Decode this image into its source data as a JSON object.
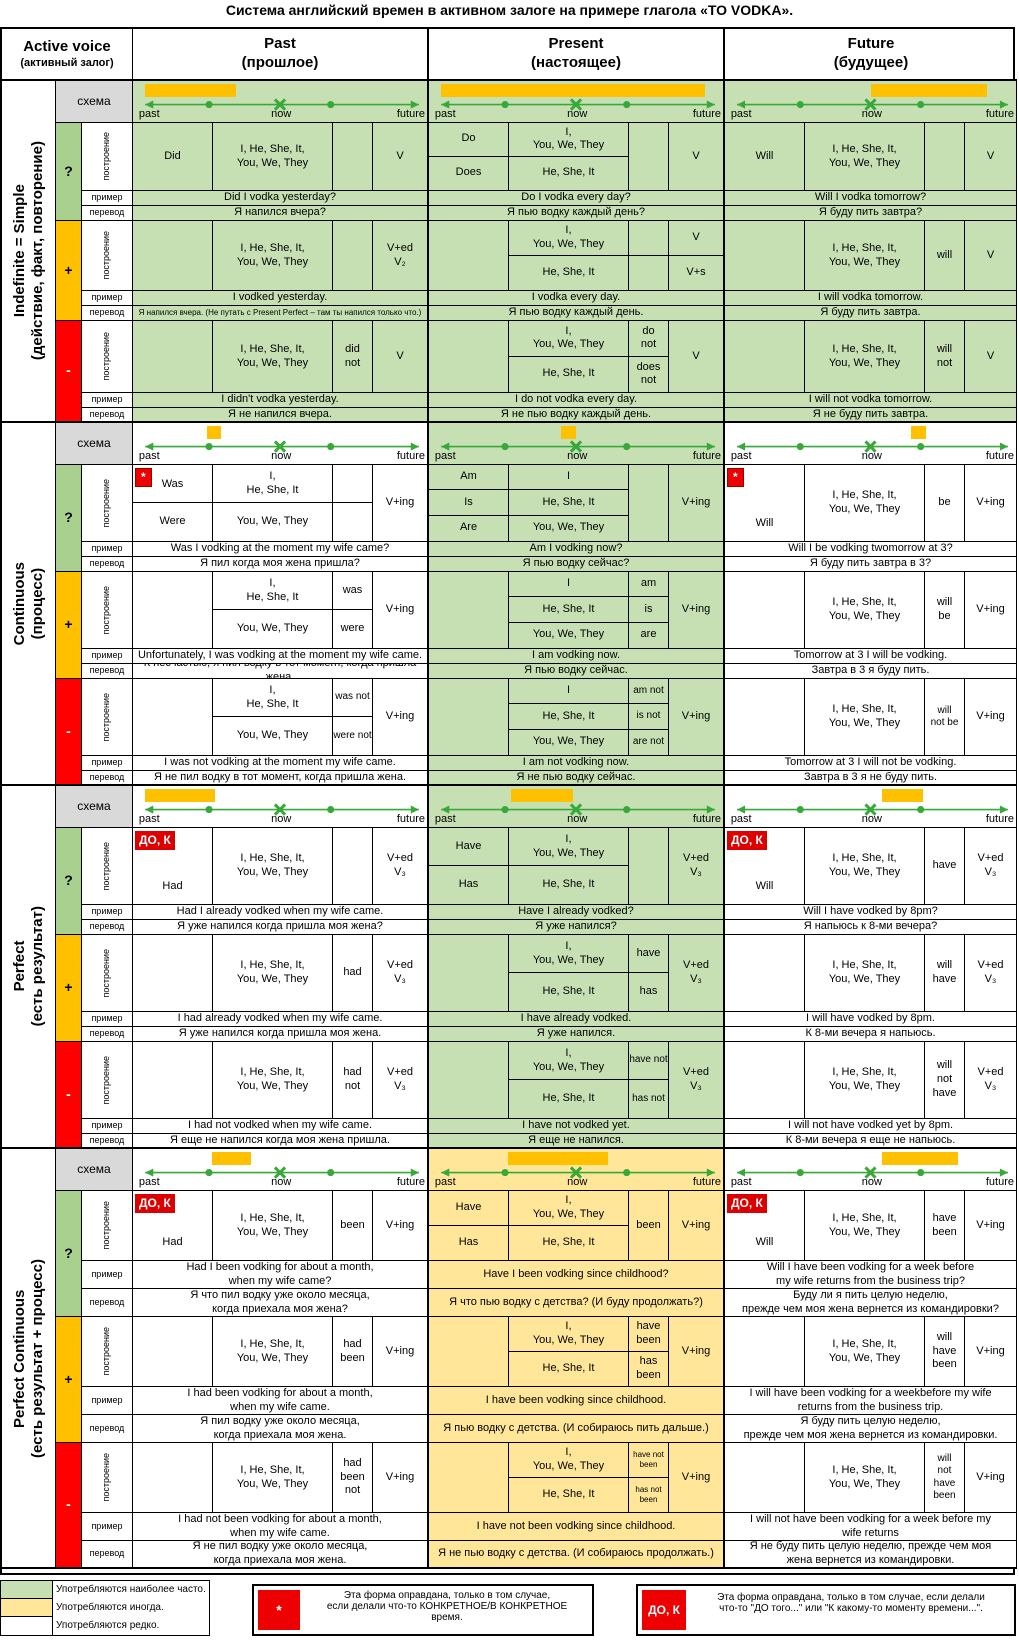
{
  "title": "Система английский времен в активном залоге на примере глагола «TO VODKA».",
  "header": {
    "voice": "Active voice",
    "voice_ru": "(активный залог)",
    "past": "Past",
    "past_ru": "(прошлое)",
    "present": "Present",
    "present_ru": "(настоящее)",
    "future": "Future",
    "future_ru": "(будущее)"
  },
  "labels": {
    "scheme": "схема",
    "build": "построение",
    "example": "пример",
    "translation": "перевод",
    "past": "past",
    "now": "now",
    "future": "future",
    "q": "?",
    "p": "+",
    "m": "-"
  },
  "sections": {
    "indefinite": "Indefinite = Simple",
    "indefinite_ru": "(действие, факт, повторение)",
    "continuous": "Continuous",
    "continuous_ru": "(процесс)",
    "perfect": "Perfect",
    "perfect_ru": "(есть результат)",
    "perfcont": "Perfect Continuous",
    "perfcont_ru": "(есть результат + процесс)"
  },
  "pron": {
    "all": "I, He, She, It,\nYou, We, They",
    "i": "I,",
    "ihe": "I,\nHe, She, It",
    "iyou": "I,\nYou, We, They",
    "he": "He, She, It",
    "you": "You, We, They",
    "ionly": "I"
  },
  "marks": {
    "star": "*",
    "dok": "ДО, К"
  },
  "ind": {
    "q_past_aux": "Did",
    "v": "V",
    "q_pres_do": "Do",
    "q_pres_does": "Does",
    "q_fut": "Will",
    "q_ex": [
      "Did I vodka yesterday?",
      "Do I vodka every day?",
      "Will I vodka tomorrow?"
    ],
    "q_tr": [
      "Я напился вчера?",
      "Я пью водку каждый день?",
      "Я буду пить завтра?"
    ],
    "p_past_v": "V+ed\nV₂",
    "p_pres_v": "V",
    "p_pres_vs": "V+s",
    "p_fut": "will",
    "p_ex": [
      "I vodked yesterday.",
      "I vodka every day.",
      "I will vodka tomorrow."
    ],
    "p_tr": [
      "Я напился вчера. (Не путать с Present Perfect – там ты напился только что.)",
      "Я пью водку каждый день.",
      "Я буду пить завтра."
    ],
    "m_past": "did\nnot",
    "m_pres_do": "do\nnot",
    "m_pres_does": "does\nnot",
    "m_fut": "will\nnot",
    "m_ex": [
      "I didn't vodka yesterday.",
      "I do not vodka every day.",
      "I will not vodka tomorrow."
    ],
    "m_tr": [
      "Я не напился вчера.",
      "Я не пью водку каждый день.",
      "Я не буду пить завтра."
    ]
  },
  "cont": {
    "was": "Was",
    "were": "Were",
    "ving": "V+ing",
    "am": "Am",
    "is": "Is",
    "are": "Are",
    "will": "Will",
    "be": "be",
    "q_ex": [
      "Was I vodking at the moment my wife came?",
      "Am I vodking now?",
      "Will I be vodking twomorrow at 3?"
    ],
    "q_tr": [
      "Я пил когда моя жена пришла?",
      "Я пью водку сейчас?",
      "Я буду пить завтра в 3?"
    ],
    "p_was": "was",
    "p_were": "were",
    "p_am": "am",
    "p_is": "is",
    "p_are": "are",
    "p_fut": "will\nbe",
    "p_ex": [
      "Unfortunately, I was vodking at the moment my wife came.",
      "I am vodking now.",
      "Tomorrow at 3 I will be vodking."
    ],
    "p_tr": [
      "К несчастью, я пил водку в тот момент, когда пришла жена.",
      "Я пью водку сейчас.",
      "Завтра в 3 я буду пить."
    ],
    "m_wasnot": "was not",
    "m_werenot": "were not",
    "m_amnot": "am not",
    "m_isnot": "is not",
    "m_arenot": "are not",
    "m_fut": "will\nnot be",
    "m_ex": [
      "I was not vodking at the moment my wife came.",
      "I am not vodking now.",
      "Tomorrow at 3 I will not be vodking."
    ],
    "m_tr": [
      "Я не пил водку в тот момент, когда пришла жена.",
      "Я не пью водку сейчас.",
      "Завтра в 3 я не буду пить."
    ]
  },
  "perf": {
    "had": "Had",
    "ved3": "V+ed\nV₃",
    "have": "Have",
    "has": "Has",
    "will": "Will",
    "have_l": "have",
    "q_ex": [
      "Had I already vodked when my wife came.",
      "Have I already vodked?",
      "Will I have vodked by 8pm?"
    ],
    "q_tr": [
      "Я уже напился когда пришла моя жена?",
      "Я уже напился?",
      "Я напьюсь к 8-ми вечера?"
    ],
    "p_had": "had",
    "p_have": "have",
    "p_has": "has",
    "p_fut": "will\nhave",
    "p_ex": [
      "I had already vodked when my wife came.",
      "I have already vodked.",
      "I will have vodked by 8pm."
    ],
    "p_tr": [
      "Я уже напился когда пришла моя жена.",
      "Я уже напился.",
      "К 8-ми вечера я напьюсь."
    ],
    "m_had": "had\nnot",
    "m_havenot": "have not",
    "m_hasnot": "has not",
    "m_fut": "will\nnot\nhave",
    "m_ex": [
      "I had not vodked when my wife came.",
      "I have not vodked yet.",
      "I will not have vodked yet by 8pm."
    ],
    "m_tr": [
      "Я еще не напился когда моя жена пришла.",
      "Я еще не напился.",
      "К 8-ми вечера я еще не напьюсь."
    ]
  },
  "pc": {
    "had": "Had",
    "been": "been",
    "ving": "V+ing",
    "have": "Have",
    "has": "Has",
    "will": "Will",
    "havebeen": "have\nbeen",
    "q_ex": [
      "Had I been vodking for about a month,\nwhen my wife came?",
      "Have I been vodking since childhood?",
      "Will I have been vodking for a week before\nmy wife returns from the business trip?"
    ],
    "q_tr": [
      "Я что пил водку уже около месяца,\nкогда приехала моя жена?",
      "Я что пью водку с детства? (И буду продолжать?)",
      "Буду ли я пить целую неделю,\nпрежде чем моя жена вернется из командировки?"
    ],
    "p_hadbeen": "had\nbeen",
    "p_havebeen": "have\nbeen",
    "p_hasbeen": "has\nbeen",
    "p_fut": "will\nhave\nbeen",
    "p_ex": [
      "I had been vodking for about a month,\nwhen my wife came.",
      "I have been vodking since childhood.",
      "I will have been vodking for a weekbefore my wife\nreturns from the business trip."
    ],
    "p_tr": [
      "Я пил водку уже около месяца,\nкогда приехала моя жена.",
      "Я пью водку с детства. (И собираюсь пить дальше.)",
      "Я буду пить целую неделю,\nпрежде чем моя жена вернется из командировки."
    ],
    "m_hadbeen": "had\nbeen\nnot",
    "m_havenot": "have not\nbeen",
    "m_hasnot": "has not\nbeen",
    "m_fut": "will\nnot\nhave\nbeen",
    "m_ex": [
      "I had not been vodking for about a month,\nwhen my wife came.",
      "I have not been vodking since childhood.",
      "I will not have been vodking for a week before my\nwife returns"
    ],
    "m_tr": [
      "Я не пил водку уже около месяца,\nкогда приехала моя жена.",
      "Я не пью водку с детства. (И собираюсь продолжать.)",
      "Я не буду пить целую неделю, прежде чем моя\nжена вернется из командировки."
    ]
  },
  "legend": {
    "often": "Употребляются наиболее часто.",
    "sometimes": "Употребляются иногда.",
    "rarely": "Употребляются редко.",
    "star_text": "Эта форма оправдана, только в том случае,\nесли делали что-то КОНКРЕТНОЕ/В КОНКРЕТНОЕ\nвремя.",
    "dok_text": "Эта форма оправдана, только в том случае, если делали\nчто-то \"ДО того...\" или \"К какому-то моменту времени...\"."
  },
  "colors": {
    "green": "#c6e0b4",
    "yellow": "#ffe699",
    "white": "#ffffff",
    "bar": "#ffc000",
    "line": "#38a83a",
    "q": "#a9d08e",
    "plus": "#ffc000",
    "minus": "#ff0000"
  }
}
